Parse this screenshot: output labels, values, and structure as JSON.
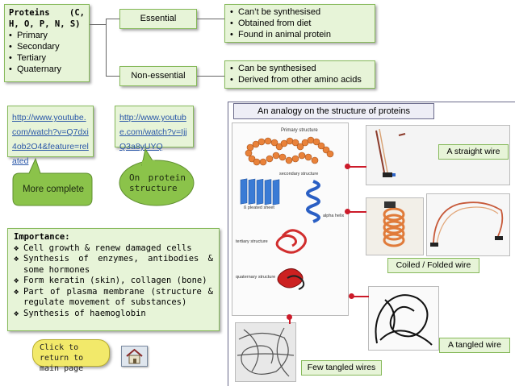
{
  "proteins": {
    "heading": "Proteins (C, H, O, P, N, S)",
    "items": [
      "Primary",
      "Secondary",
      "Tertiary",
      "Quaternary"
    ]
  },
  "essential": {
    "label": "Essential",
    "details": [
      "Can’t be synthesised",
      "Obtained from diet",
      "Found in animal protein"
    ]
  },
  "nonessential": {
    "label": "Non-essential",
    "details": [
      "Can be synthesised",
      "Derived from other amino acids"
    ]
  },
  "links": {
    "link1": "http://www.youtube.com/watch?v=Q7dxi4ob2O4&feature=related",
    "link2": "http://www.youtube.com/watch?v=IjjQ3a8yUYQ"
  },
  "callouts": {
    "more_complete": "More complete",
    "on_protein": "On protein structure"
  },
  "importance": {
    "title": "Importance:",
    "items": [
      "Cell growth & renew damaged cells",
      "Synthesis of enzymes, antibodies & some hormones",
      "Form keratin (skin), collagen (bone)",
      "Part of plasma membrane (structure & regulate movement of substances)",
      "Synthesis of haemoglobin"
    ]
  },
  "nav": {
    "return_label": "Click to return to main page",
    "home_icon": "home-icon"
  },
  "analogy": {
    "title": "An analogy on the structure of proteins",
    "diagram_labels": {
      "primary": "Primary structure",
      "secondary": "secondary structure",
      "pleated": "ß pleated sheet",
      "helix": "alpha helix",
      "tertiary": "tertiary structure",
      "quaternary": "quaternary structure"
    },
    "straight": "A straight wire",
    "coiled": "Coiled / Folded wire",
    "tangled": "A tangled wire",
    "few_tangled": "Few tangled wires"
  },
  "colors": {
    "green_bg": "#e7f4d8",
    "green_border": "#86b95a",
    "callout_green": "#8bc34a",
    "return_yellow": "#f2e96a",
    "connector_red": "#cc1b2a",
    "link_blue": "#2a57a8"
  }
}
